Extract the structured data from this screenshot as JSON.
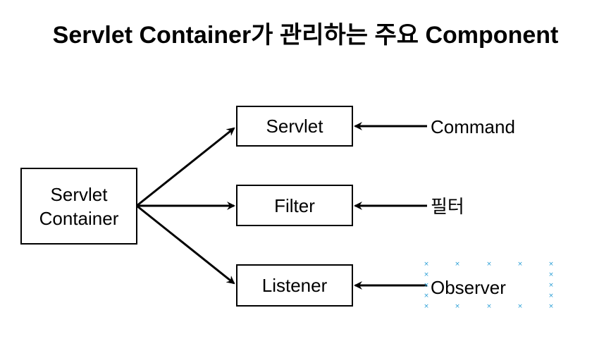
{
  "title": "Servlet Container가 관리하는 주요 Component",
  "nodes": {
    "container": {
      "line1": "Servlet",
      "line2": "Container"
    },
    "servlet": "Servlet",
    "filter": "Filter",
    "listener": "Listener"
  },
  "labels": {
    "command": "Command",
    "filter_kr": "필터",
    "observer": "Observer"
  },
  "colors": {
    "stroke": "#000000",
    "selection": "#2a9fd6"
  },
  "icons": {
    "selection_handle": "x-mark"
  }
}
